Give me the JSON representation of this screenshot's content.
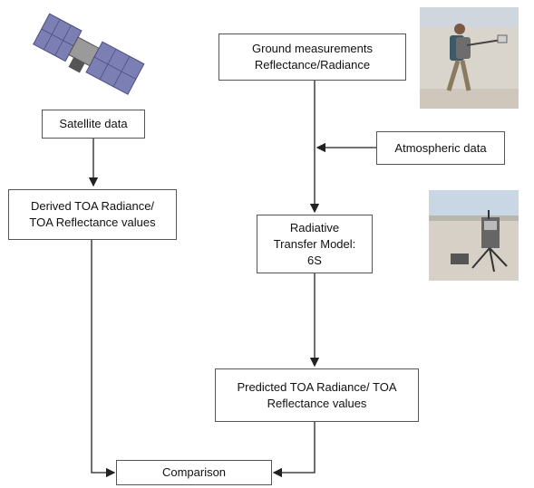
{
  "boxes": {
    "satellite_data": "Satellite data",
    "derived_toa_line1": "Derived  TOA  Radiance/",
    "derived_toa_line2": "TOA Reflectance values",
    "ground_line1": "Ground measurements",
    "ground_line2": "Reflectance/Radiance",
    "atmospheric_data": "Atmospheric data",
    "rtm_line1": "Radiative",
    "rtm_line2": "Transfer Model:",
    "rtm_line3": "6S",
    "predicted_line1": "Predicted TOA Radiance/ TOA",
    "predicted_line2": "Reflectance values",
    "comparison": "Comparison"
  },
  "images": {
    "satellite": "satellite-illustration",
    "field_person": "field-person-with-instrument-photo",
    "field_instrument": "field-radiometer-on-tripod-photo"
  },
  "colors": {
    "box_border": "#555555",
    "arrow": "#222222",
    "satellite_panel": "#7c7fb3",
    "sand": "#d9d4cc",
    "sky": "#c9d6e3"
  }
}
